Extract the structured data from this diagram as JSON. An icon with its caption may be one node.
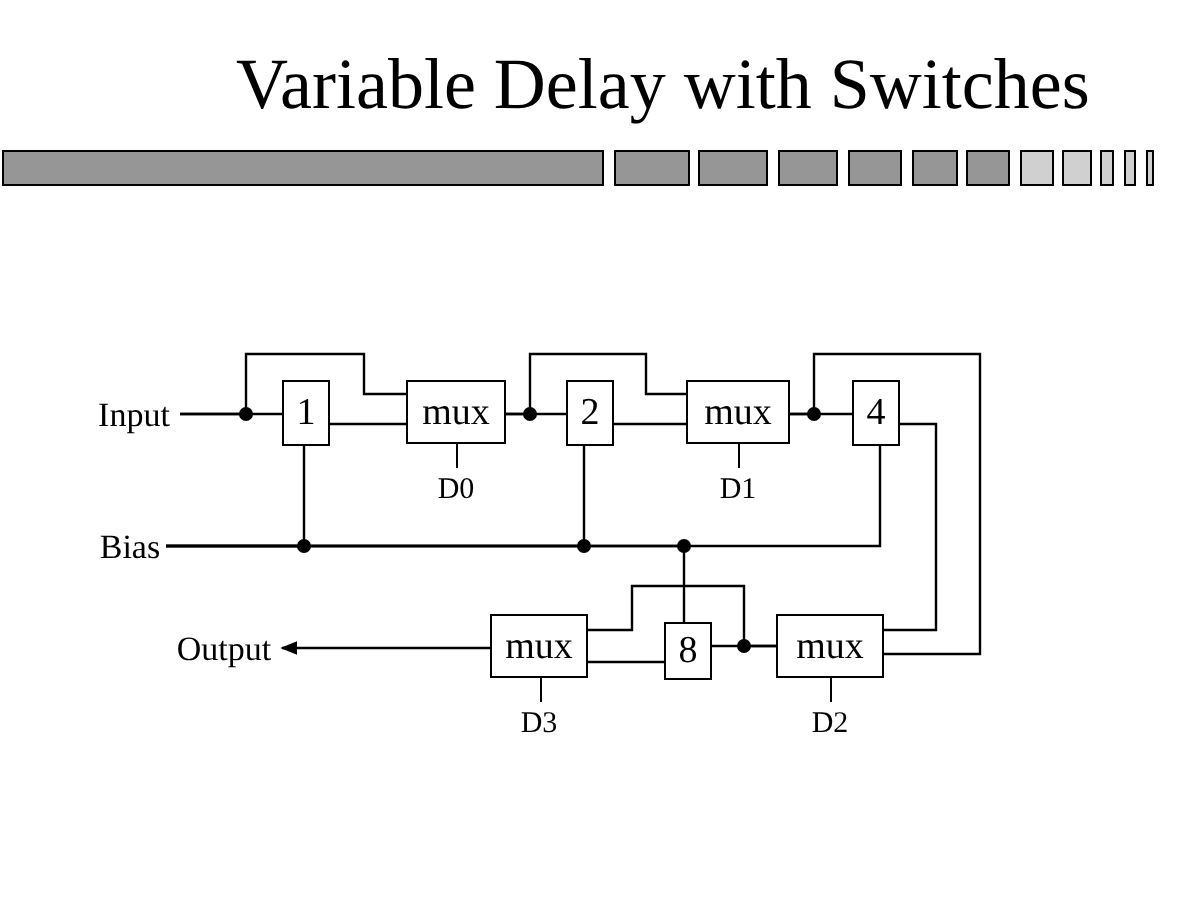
{
  "diagram": {
    "title": "Variable Delay with Switches",
    "nodes": [
      {
        "text": [
          "Input"
        ]
      },
      {
        "text": [
          "Bias"
        ]
      },
      {
        "text": [
          "Output"
        ]
      },
      {
        "text": [
          "1"
        ]
      },
      {
        "text": [
          "mux"
        ],
        "beside": [
          "D0"
        ]
      },
      {
        "text": [
          "2"
        ]
      },
      {
        "text": [
          "mux"
        ],
        "beside": [
          "D1"
        ]
      },
      {
        "text": [
          "4"
        ]
      },
      {
        "text": [
          "mux"
        ],
        "beside": [
          "D3"
        ]
      },
      {
        "text": [
          "8"
        ]
      },
      {
        "text": [
          "mux"
        ],
        "beside": [
          "D2"
        ]
      }
    ],
    "edges": [
      {
        "from": 0,
        "to": 3,
        "arrow": "none"
      },
      {
        "from": 0,
        "to": 4,
        "arrow": "none"
      },
      {
        "from": 3,
        "to": 4,
        "arrow": "none"
      },
      {
        "from": 4,
        "to": 5,
        "arrow": "none"
      },
      {
        "from": 4,
        "to": 6,
        "arrow": "none"
      },
      {
        "from": 5,
        "to": 6,
        "arrow": "none"
      },
      {
        "from": 6,
        "to": 7,
        "arrow": "none"
      },
      {
        "from": 6,
        "to": 10,
        "arrow": "none"
      },
      {
        "from": 7,
        "to": 10,
        "arrow": "none"
      },
      {
        "from": 10,
        "to": 9,
        "arrow": "none"
      },
      {
        "from": 10,
        "to": 8,
        "arrow": "none"
      },
      {
        "from": 9,
        "to": 8,
        "arrow": "none"
      },
      {
        "from": 8,
        "to": 2,
        "arrow": "to"
      },
      {
        "from": 1,
        "to": 3,
        "arrow": "none"
      },
      {
        "from": 1,
        "to": 5,
        "arrow": "none"
      },
      {
        "from": 1,
        "to": 7,
        "arrow": "none"
      },
      {
        "from": 1,
        "to": 9,
        "arrow": "none"
      }
    ]
  }
}
